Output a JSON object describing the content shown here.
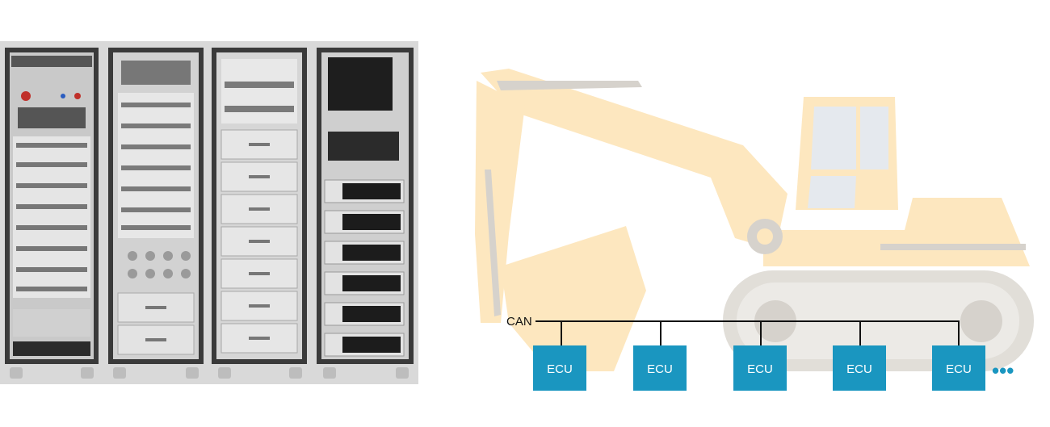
{
  "photo": {
    "icon": "hil-test-rack-photo"
  },
  "diagram": {
    "illustration": "excavator-icon",
    "bus_label": "CAN",
    "ecus": [
      {
        "label": "ECU"
      },
      {
        "label": "ECU"
      },
      {
        "label": "ECU"
      },
      {
        "label": "ECU"
      },
      {
        "label": "ECU"
      }
    ],
    "more": "•••"
  },
  "colors": {
    "excavator": "#fde7bf",
    "excavator_dark": "#d6d2cc",
    "ecu_fill": "#1a96c0",
    "bus_line": "#111111"
  }
}
